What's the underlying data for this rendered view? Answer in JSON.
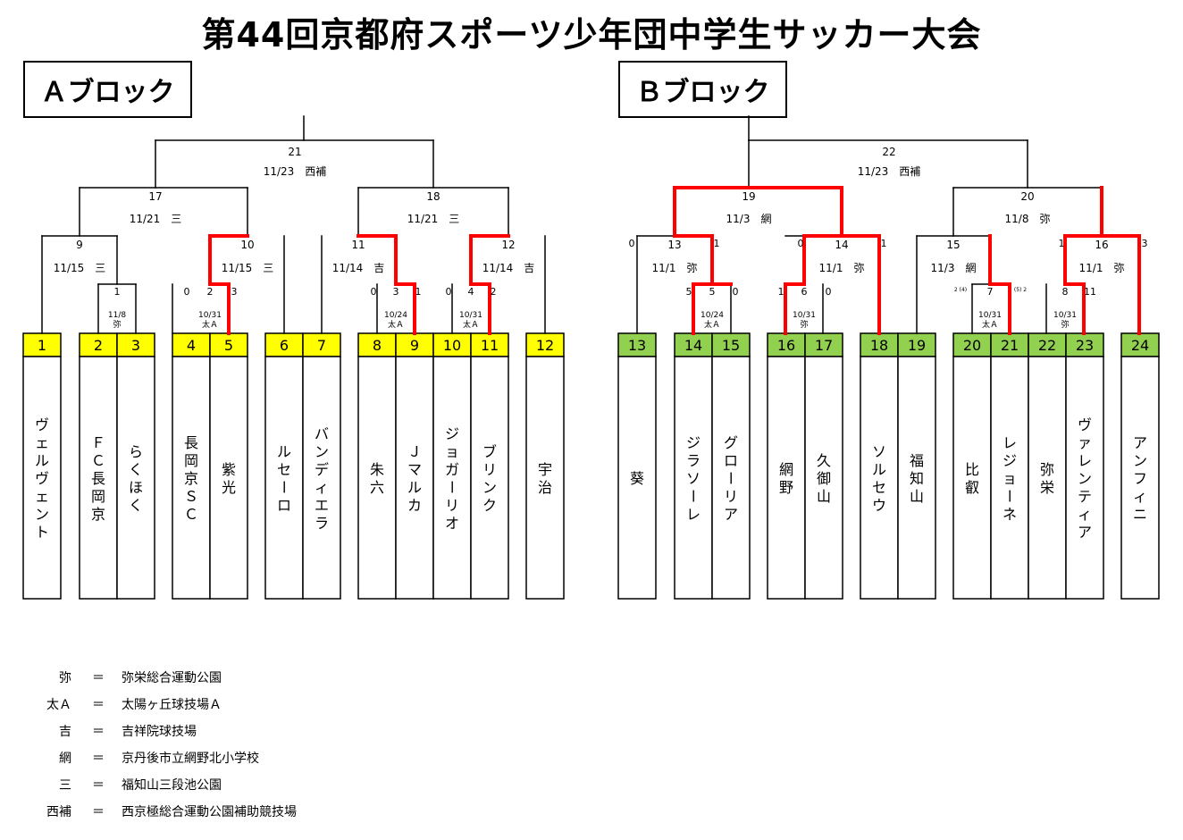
{
  "title": "第44回京都府スポーツ少年団中学生サッカー大会",
  "blocks": {
    "a": "Ａブロック",
    "b": "Ｂブロック"
  },
  "teams": [
    {
      "no": "1",
      "name": "ヴェルヴェント"
    },
    {
      "no": "2",
      "name": "ＦＣ長岡京"
    },
    {
      "no": "3",
      "name": "らくほく"
    },
    {
      "no": "4",
      "name": "長岡京ＳＣ"
    },
    {
      "no": "5",
      "name": "紫光"
    },
    {
      "no": "6",
      "name": "ルセーロ"
    },
    {
      "no": "7",
      "name": "バンディエラ"
    },
    {
      "no": "8",
      "name": "朱六"
    },
    {
      "no": "9",
      "name": "Ｊマルカ"
    },
    {
      "no": "10",
      "name": "ジョガーリオ"
    },
    {
      "no": "11",
      "name": "ブリンク"
    },
    {
      "no": "12",
      "name": "宇治"
    },
    {
      "no": "13",
      "name": "葵"
    },
    {
      "no": "14",
      "name": "ジラソーレ"
    },
    {
      "no": "15",
      "name": "グローリア"
    },
    {
      "no": "16",
      "name": "網野"
    },
    {
      "no": "17",
      "name": "久御山"
    },
    {
      "no": "18",
      "name": "ソルセウ"
    },
    {
      "no": "19",
      "name": "福知山"
    },
    {
      "no": "20",
      "name": "比叡"
    },
    {
      "no": "21",
      "name": "レジョーネ"
    },
    {
      "no": "22",
      "name": "弥栄"
    },
    {
      "no": "23",
      "name": "ヴァレンティア"
    },
    {
      "no": "24",
      "name": "アンフィニ"
    }
  ],
  "matches": [
    {
      "no": "1",
      "date": "11/8",
      "venue": "弥"
    },
    {
      "no": "2",
      "date": "10/31",
      "venue": "太Ａ",
      "score_left": "0",
      "score_right": "3"
    },
    {
      "no": "3",
      "date": "10/24",
      "venue": "太Ａ",
      "score_left": "0",
      "score_right": "1"
    },
    {
      "no": "4",
      "date": "10/31",
      "venue": "太Ａ",
      "score_left": "0",
      "score_right": "2"
    },
    {
      "no": "5",
      "date": "10/24",
      "venue": "太Ａ",
      "score_left": "5",
      "score_right": "0"
    },
    {
      "no": "6",
      "date": "10/31",
      "venue": "弥",
      "score_left": "1",
      "score_right": "0"
    },
    {
      "no": "7",
      "date": "10/31",
      "venue": "太Ａ",
      "score_left": "2 (4)",
      "score_right": "(5) 2"
    },
    {
      "no": "8",
      "date": "10/31",
      "venue": "弥",
      "score_left": "",
      "score_right": "11"
    },
    {
      "no": "9",
      "date": "11/15",
      "venue": "三"
    },
    {
      "no": "10",
      "date": "11/15",
      "venue": "三"
    },
    {
      "no": "11",
      "date": "11/14",
      "venue": "吉"
    },
    {
      "no": "12",
      "date": "11/14",
      "venue": "吉"
    },
    {
      "no": "13",
      "date": "11/1",
      "venue": "弥",
      "score_left": "0",
      "score_right": "1"
    },
    {
      "no": "14",
      "date": "11/1",
      "venue": "弥",
      "score_left": "0",
      "score_right": "1"
    },
    {
      "no": "15",
      "date": "11/3",
      "venue": "網"
    },
    {
      "no": "16",
      "date": "11/1",
      "venue": "弥",
      "score_left": "1",
      "score_right": "3"
    },
    {
      "no": "17",
      "date": "11/21",
      "venue": "三"
    },
    {
      "no": "18",
      "date": "11/21",
      "venue": "三"
    },
    {
      "no": "19",
      "date": "11/3",
      "venue": "網"
    },
    {
      "no": "20",
      "date": "11/8",
      "venue": "弥"
    },
    {
      "no": "21",
      "date": "11/23",
      "venue": "西補"
    },
    {
      "no": "22",
      "date": "11/23",
      "venue": "西補"
    }
  ],
  "colors": {
    "block_a": "#ffff00",
    "block_b": "#92d050",
    "winner_line": "#ff0000",
    "line": "#000000"
  },
  "legend": [
    {
      "abbr": "弥",
      "eq": "＝",
      "name": "弥栄総合運動公園"
    },
    {
      "abbr": "太Ａ",
      "eq": "＝",
      "name": "太陽ヶ丘球技場Ａ"
    },
    {
      "abbr": "吉",
      "eq": "＝",
      "name": "吉祥院球技場"
    },
    {
      "abbr": "網",
      "eq": "＝",
      "name": "京丹後市立網野北小学校"
    },
    {
      "abbr": "三",
      "eq": "＝",
      "name": "福知山三段池公園"
    },
    {
      "abbr": "西補",
      "eq": "＝",
      "name": "西京極総合運動公園補助競技場"
    }
  ]
}
